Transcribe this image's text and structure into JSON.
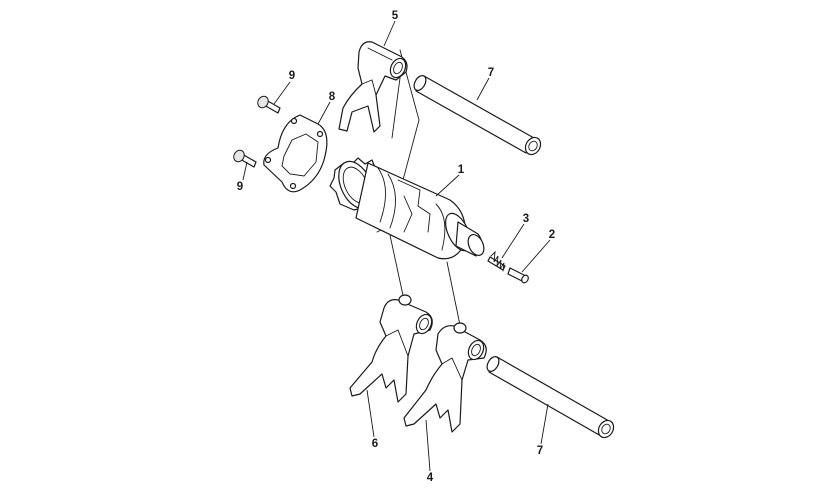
{
  "diagram": {
    "callouts": {
      "c1": "1",
      "c2": "2",
      "c3": "3",
      "c4": "4",
      "c5": "5",
      "c6": "6",
      "c7a": "7",
      "c7b": "7",
      "c8": "8",
      "c9a": "9",
      "c9b": "9"
    },
    "colors": {
      "line": "#1a1a1a",
      "background": "#ffffff",
      "shade": "#e6e6e6"
    }
  }
}
